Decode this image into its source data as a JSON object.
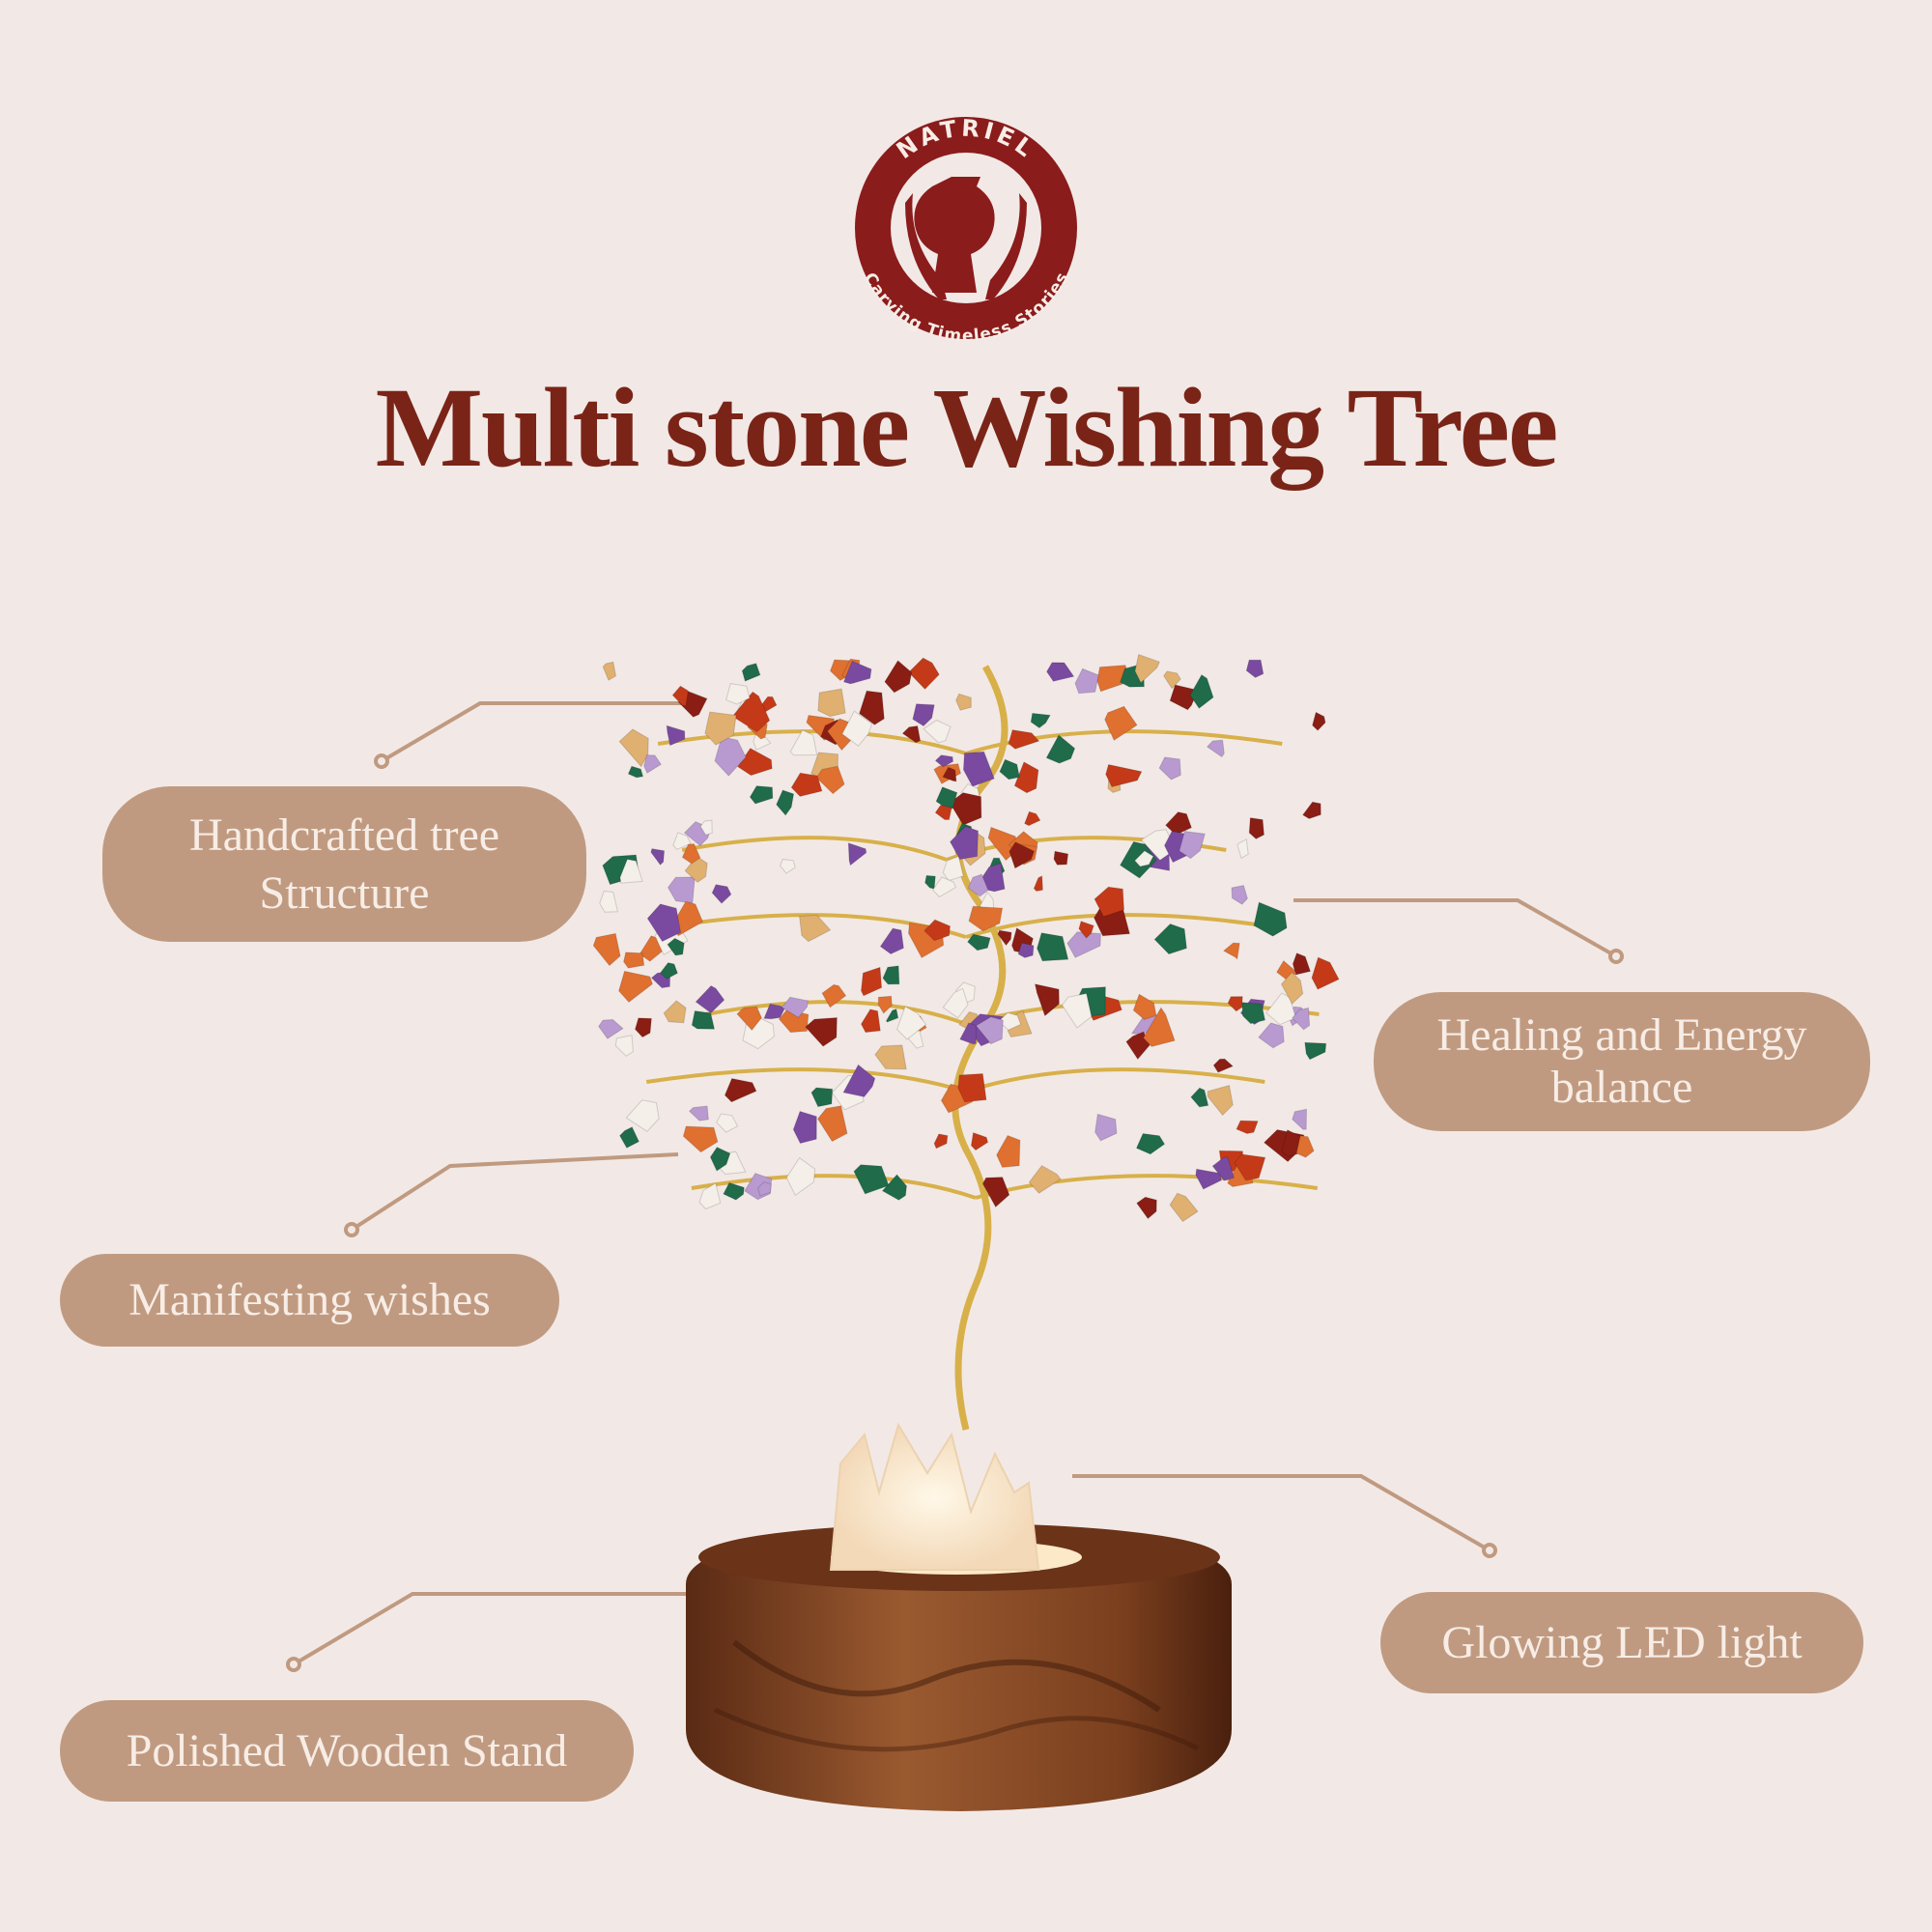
{
  "brand": {
    "name": "NATRIEL",
    "tagline": "Carving Timeless Stories",
    "color": "#8b1c1c"
  },
  "title": "Multi stone Wishing Tree",
  "features": [
    {
      "line1": "Handcrafted tree",
      "line2": "Structure"
    },
    {
      "line1": "Healing and Energy",
      "line2": "balance"
    },
    {
      "line1": "Manifesting wishes"
    },
    {
      "line1": "Glowing LED light"
    },
    {
      "line1": "Polished Wooden Stand"
    }
  ],
  "colors": {
    "background": "#f2e9e6",
    "title": "#7a2418",
    "pill": "#c09a80",
    "pill_text": "#f7ede6",
    "connector": "#c09a80"
  }
}
